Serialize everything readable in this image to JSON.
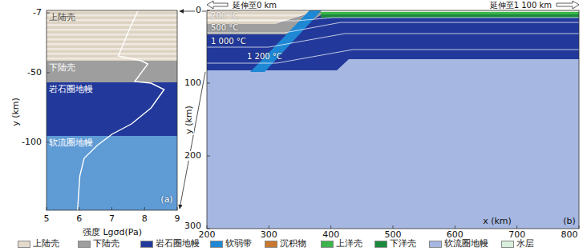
{
  "diagram": {
    "nodes": [
      {
        "text": [
          "上陆壳"
        ]
      },
      {
        "text": [
          "下陆壳"
        ]
      },
      {
        "text": [
          "岩石圈地幔"
        ]
      },
      {
        "text": [
          "软流圈地幔"
        ]
      }
    ],
    "labels": [
      "-7",
      "-50",
      "-100",
      "y (km)",
      "5",
      "6",
      "7",
      "8",
      "9",
      "强度 Lgσd(Pa)",
      "(a)",
      "延伸至0 km",
      "延伸至1 100 km",
      "0",
      "100",
      "200",
      "300",
      "y (km)",
      "200",
      "300",
      "400",
      "500",
      "600",
      "700",
      "800",
      "x (km)",
      "200 °C",
      "500 °C",
      "1 000 °C",
      "1 200 °C",
      "(b)"
    ],
    "legend": [
      {
        "text": "上陆壳",
        "color": "#e3dacb"
      },
      {
        "text": "下陆壳",
        "color": "#9e9e9e"
      },
      {
        "text": "岩石圈地幔",
        "color": "#22399b"
      },
      {
        "text": "软弱带",
        "color": "#1e88d4"
      },
      {
        "text": "沉积物",
        "color": "#c8782e"
      },
      {
        "text": "上洋壳",
        "color": "#3cb54a"
      },
      {
        "text": "下洋壳",
        "color": "#1b8a3c"
      },
      {
        "text": "软流圈地幔",
        "color": "#a6b7e1"
      },
      {
        "text": "水层",
        "color": "#d6eedb"
      }
    ]
  }
}
